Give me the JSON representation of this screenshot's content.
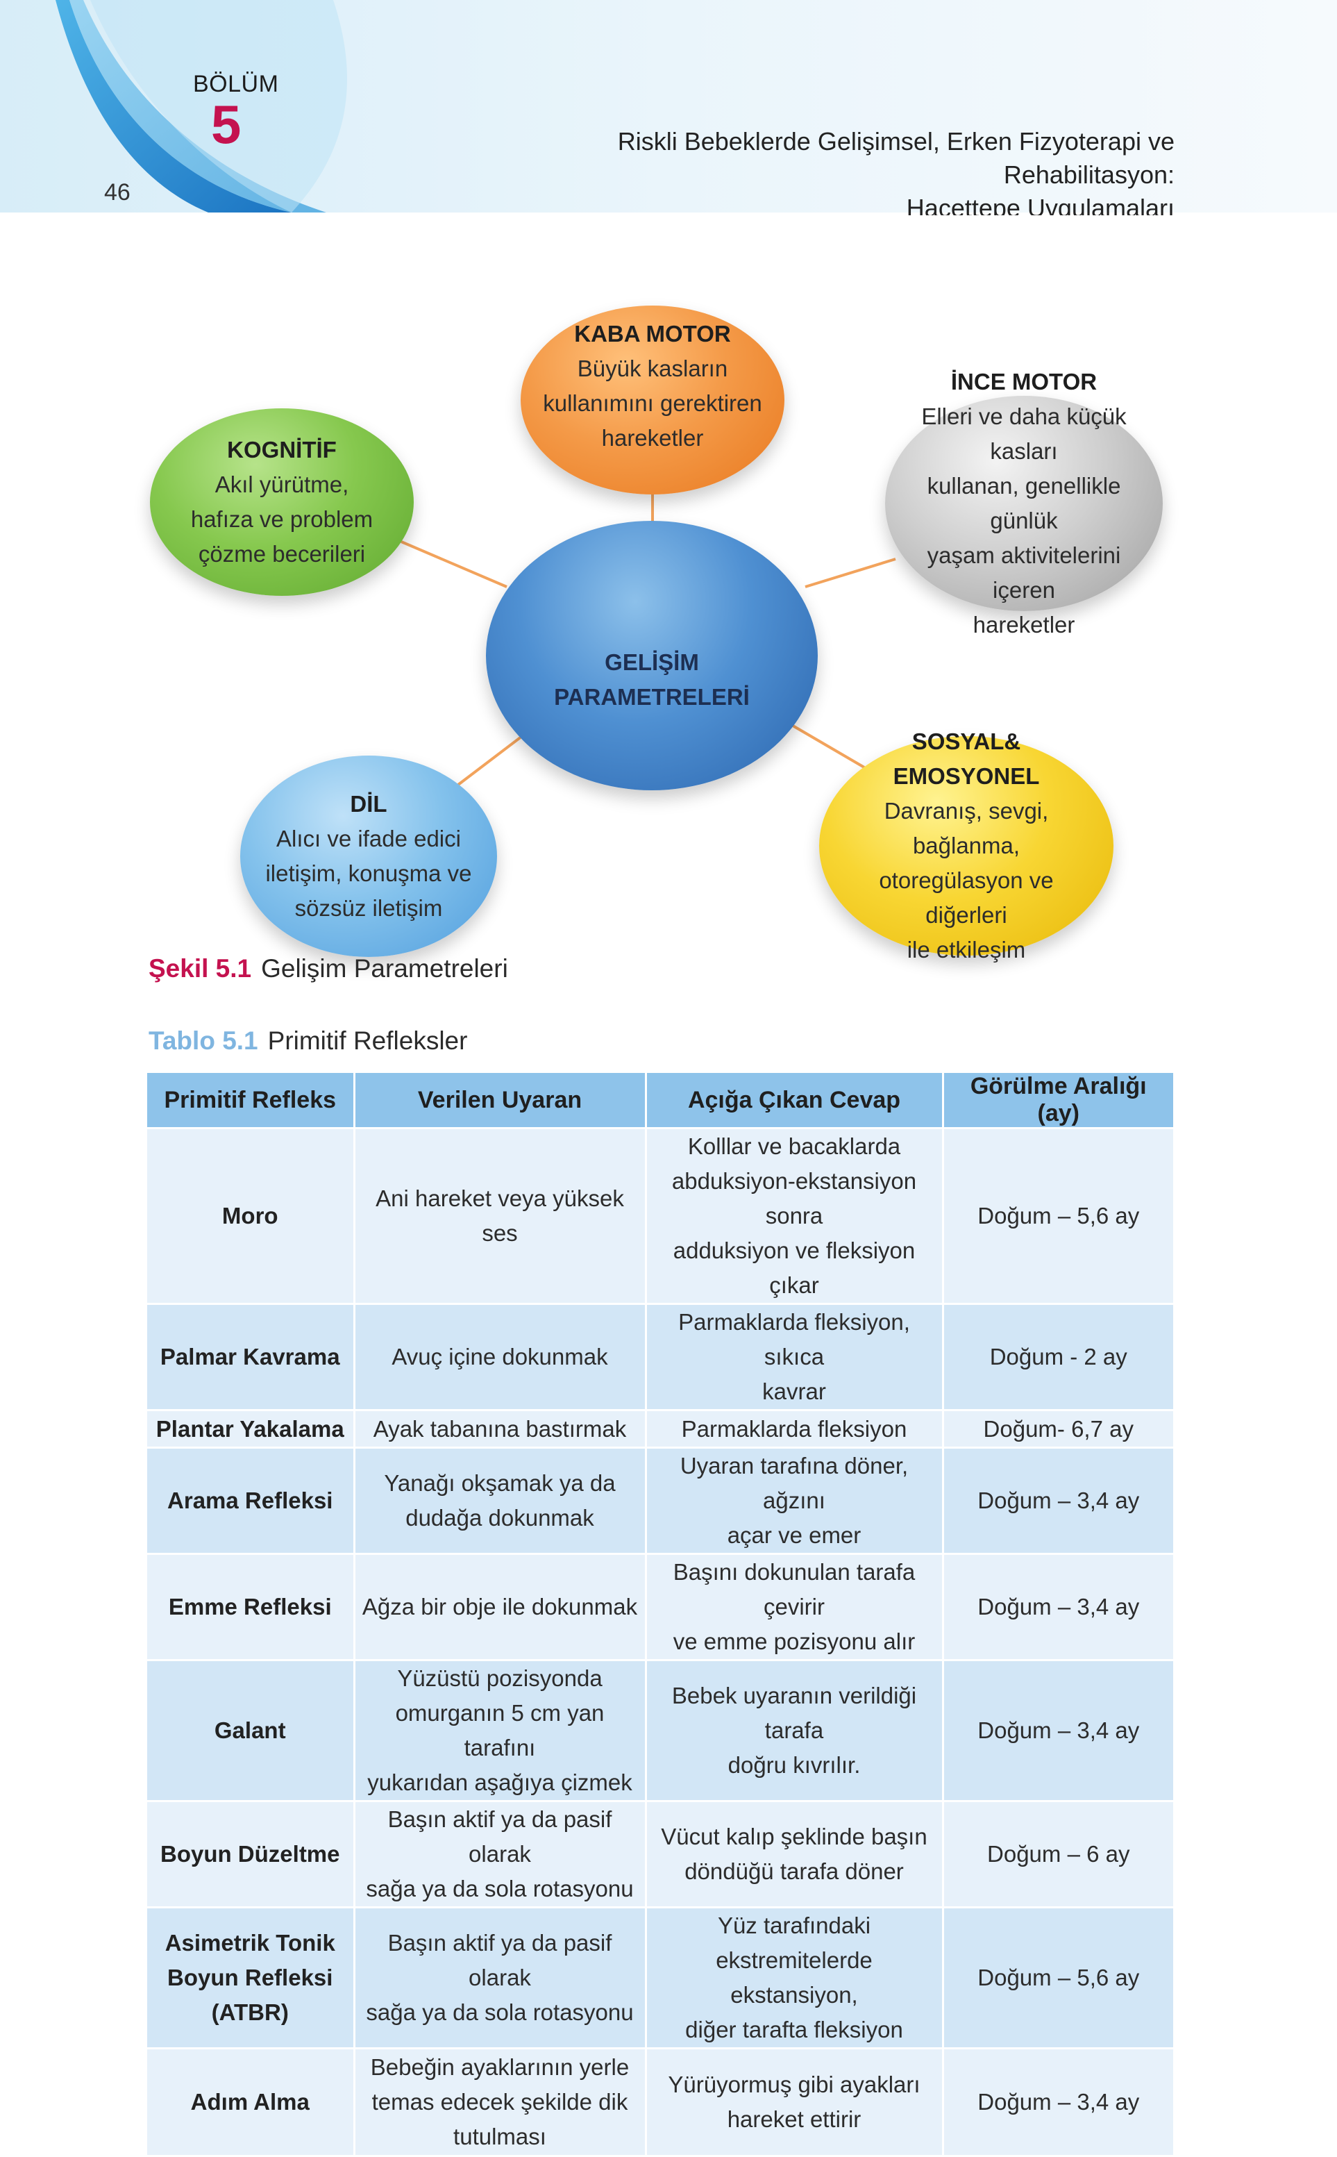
{
  "header": {
    "chapter_label": "BÖLÜM",
    "chapter_number": "5",
    "page_number": "46",
    "book_title_line1": "Riskli Bebeklerde Gelişimsel, Erken Fizyoterapi ve Rehabilitasyon:",
    "book_title_line2": "Hacettepe Uygulamaları"
  },
  "diagram": {
    "center": {
      "title_line1": "GELİŞİM",
      "title_line2": "PARAMETRELERİ"
    },
    "kaba_motor": {
      "title": "KABA MOTOR",
      "desc": "Büyük kasların\nkullanımını gerektiren\nhareketler"
    },
    "kognitif": {
      "title": "KOGNİTİF",
      "desc": "Akıl yürütme,\nhafıza ve problem\nçözme becerileri"
    },
    "ince_motor": {
      "title": "İNCE MOTOR",
      "desc": "Elleri ve daha küçük kasları\nkullanan, genellikle günlük\nyaşam aktivitelerini içeren\nhareketler"
    },
    "dil": {
      "title": "DİL",
      "desc": "Alıcı ve ifade edici\niletişim, konuşma ve\nsözsüz iletişim"
    },
    "sosyal": {
      "title": "SOSYAL&\nEMOSYONEL",
      "desc": "Davranış, sevgi, bağlanma,\notoregülasyon ve diğerleri\nile etkileşim"
    },
    "colors": {
      "kaba_motor": "#f49a48",
      "kognitif": "#86c84e",
      "ince_motor": "#cfcfcf",
      "center": "#4f90d2",
      "dil": "#84c2ec",
      "sosyal": "#f8d633",
      "connector": "#f2a35c"
    }
  },
  "figure_caption": {
    "number": "Şekil 5.1",
    "text": "Gelişim Parametreleri"
  },
  "table_caption": {
    "number": "Tablo 5.1",
    "text": "Primitif Refleksler"
  },
  "table": {
    "headers": [
      "Primitif Refleks",
      "Verilen Uyaran",
      "Açığa Çıkan Cevap",
      "Görülme Aralığı (ay)"
    ],
    "rows": [
      [
        "Moro",
        "Ani hareket veya yüksek ses",
        "Kolllar ve bacaklarda\nabduksiyon-ekstansiyon sonra\nadduksiyon ve fleksiyon çıkar",
        "Doğum – 5,6 ay"
      ],
      [
        "Palmar Kavrama",
        "Avuç içine dokunmak",
        "Parmaklarda fleksiyon, sıkıca\nkavrar",
        "Doğum - 2 ay"
      ],
      [
        "Plantar Yakalama",
        "Ayak tabanına bastırmak",
        "Parmaklarda fleksiyon",
        "Doğum- 6,7 ay"
      ],
      [
        "Arama Refleksi",
        "Yanağı okşamak ya da\ndudağa dokunmak",
        "Uyaran tarafına döner, ağzını\naçar ve emer",
        "Doğum – 3,4 ay"
      ],
      [
        "Emme Refleksi",
        "Ağza bir obje ile dokunmak",
        "Başını dokunulan tarafa çevirir\nve emme pozisyonu alır",
        "Doğum – 3,4 ay"
      ],
      [
        "Galant",
        "Yüzüstü pozisyonda\nomurganın 5 cm yan tarafını\nyukarıdan aşağıya çizmek",
        "Bebek uyaranın verildiği tarafa\ndoğru kıvrılır.",
        "Doğum – 3,4 ay"
      ],
      [
        "Boyun Düzeltme",
        "Başın aktif ya da pasif olarak\nsağa ya da sola rotasyonu",
        "Vücut kalıp şeklinde başın\ndöndüğü tarafa döner",
        "Doğum – 6 ay"
      ],
      [
        "Asimetrik Tonik\nBoyun Refleksi\n(ATBR)",
        "Başın aktif ya da pasif olarak\nsağa ya da sola rotasyonu",
        "Yüz tarafındaki\nekstremitelerde ekstansiyon,\ndiğer tarafta fleksiyon",
        "Doğum – 5,6 ay"
      ],
      [
        "Adım Alma",
        "Bebeğin ayaklarının yerle\ntemas edecek şekilde dik\ntutulması",
        "Yürüyormuş gibi ayakları\nhareket ettirir",
        "Doğum – 3,4 ay"
      ]
    ],
    "colors": {
      "header": "#8ec3ea",
      "row_light": "#e7f1fa",
      "row_dark": "#d2e6f6"
    }
  }
}
